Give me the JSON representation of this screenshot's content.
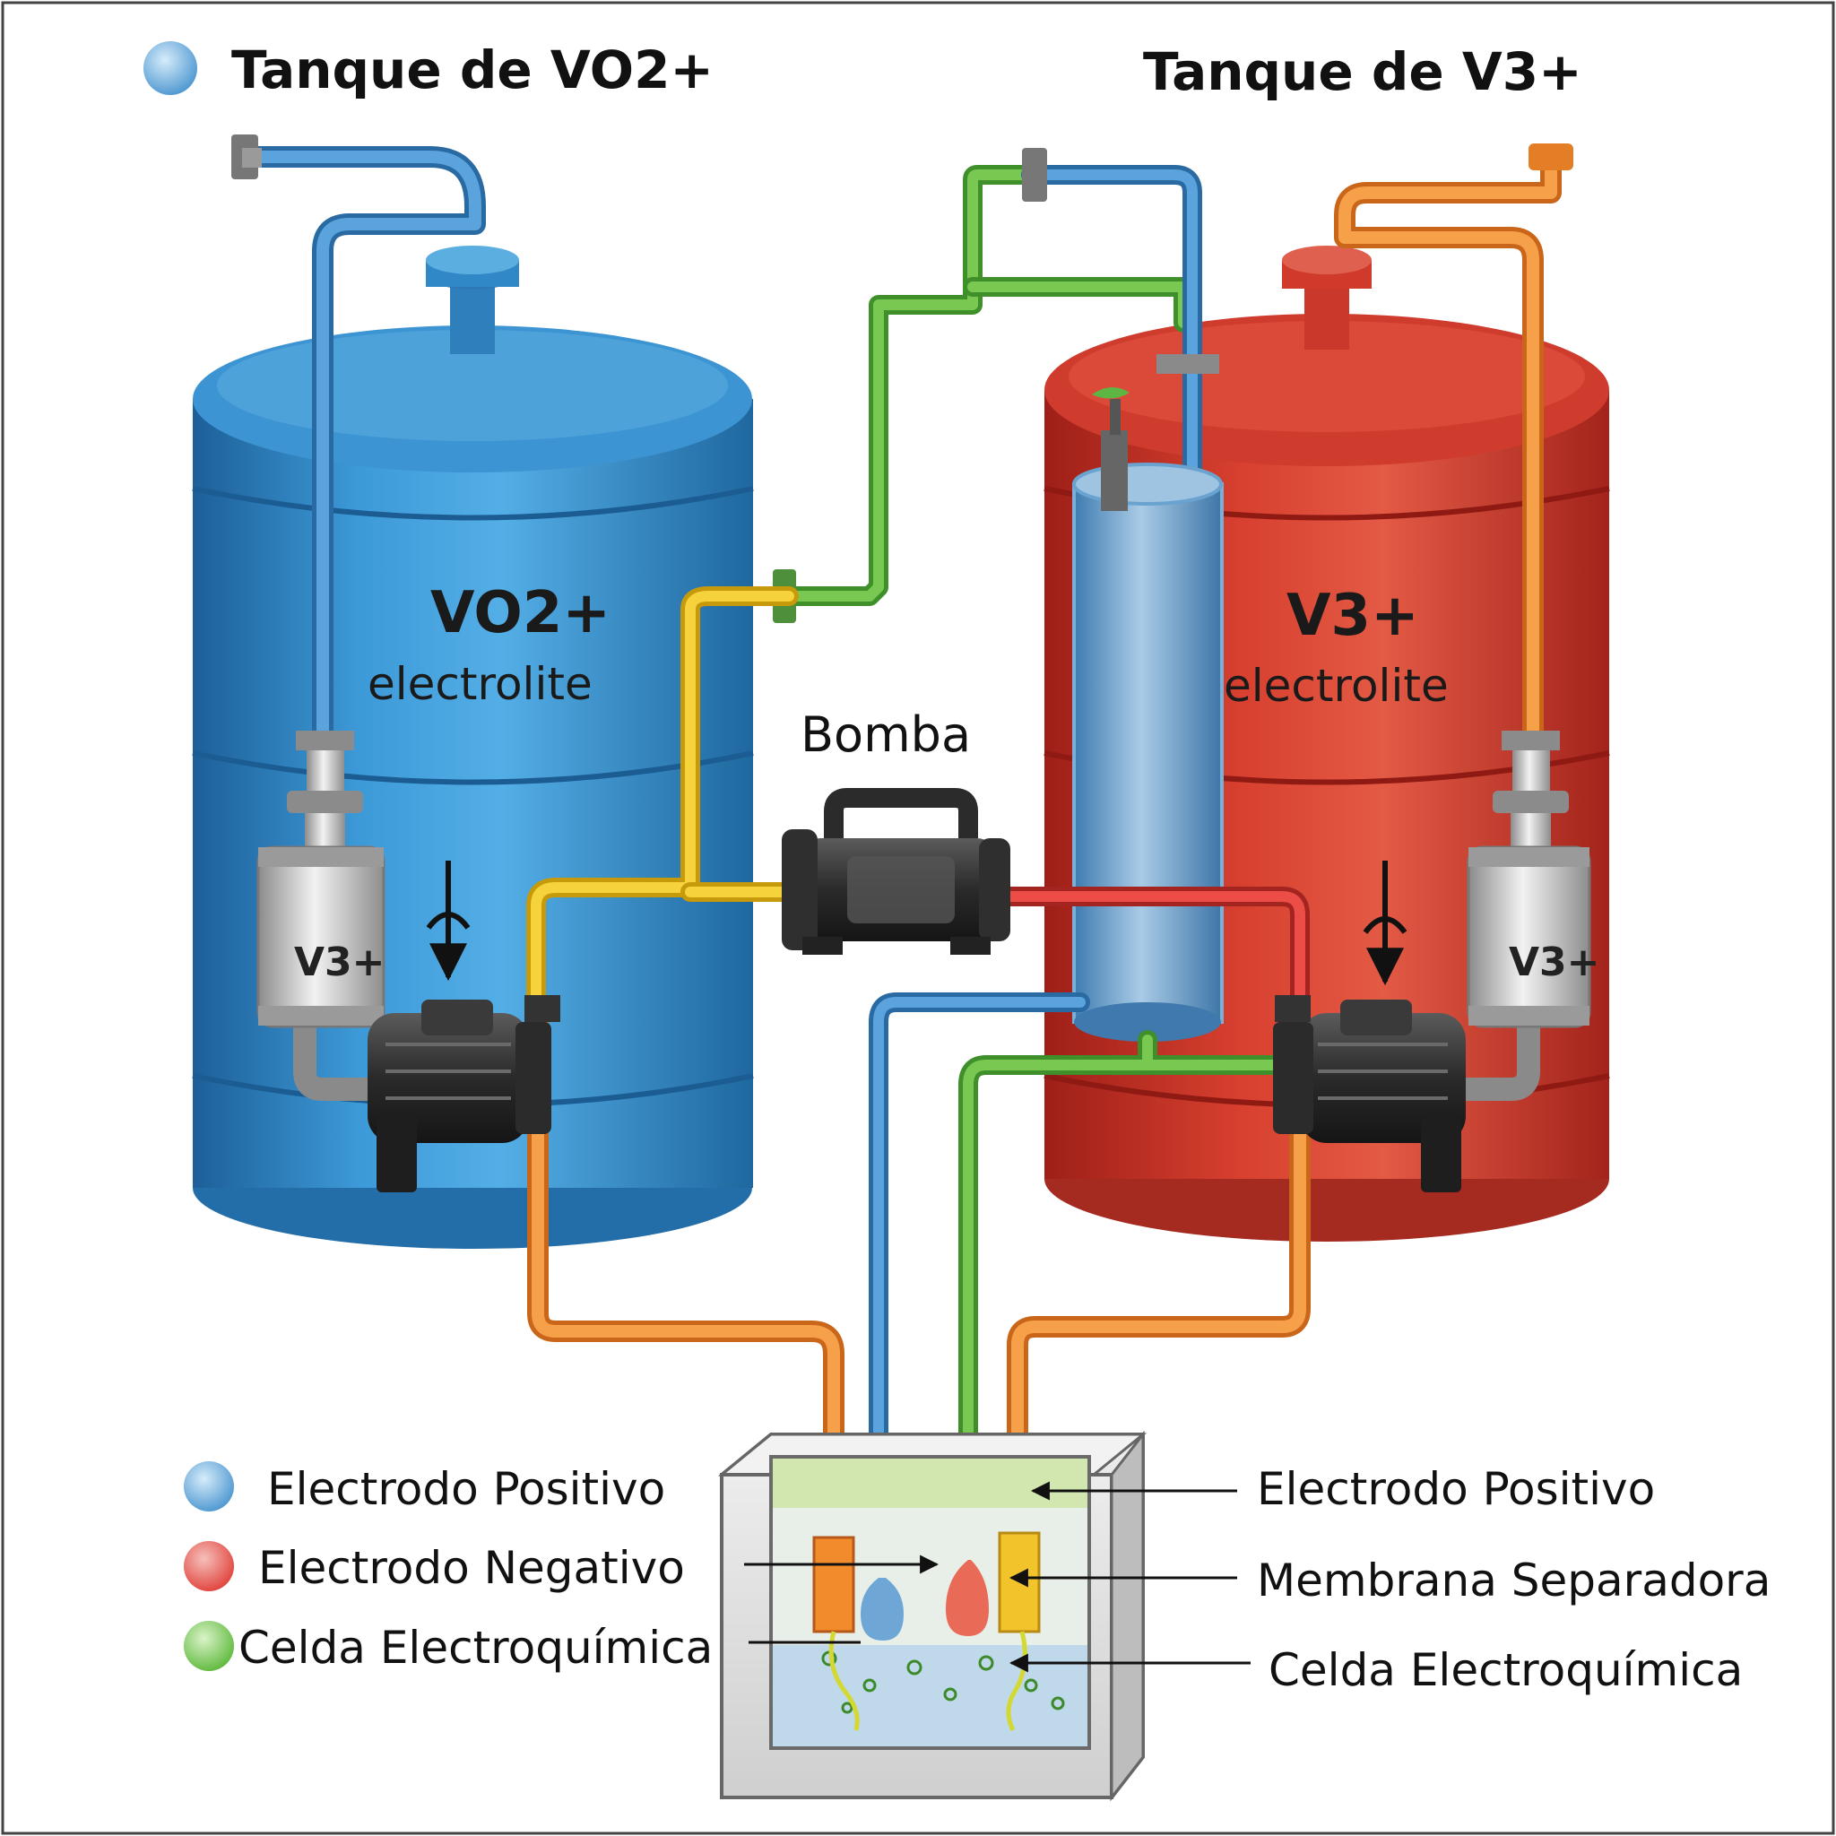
{
  "titles": {
    "left": "Tanque de VO2+",
    "right": "Tanque de V3+"
  },
  "tanks": {
    "left": {
      "label": "VO2+",
      "sublabel": "electrolite",
      "color": "#2f86c6"
    },
    "right": {
      "label": "V3+",
      "sublabel": "electrolite",
      "color": "#d33a2c"
    }
  },
  "filters": {
    "left": "V3+",
    "right": "V3+"
  },
  "pump": {
    "label": "Bomba"
  },
  "legend_left": [
    {
      "label": "Electrodo Positivo",
      "color": "#4a95d0"
    },
    {
      "label": "Electrodo Negativo",
      "color": "#e0403a"
    },
    {
      "label": "Celda Electroquímica",
      "color": "#5cb83a"
    }
  ],
  "legend_right": [
    "Electrodo Positivo",
    "Membrana Separadora",
    "Celda Electroquímica"
  ],
  "pipe_colors": {
    "blue": "#4a90c8",
    "green": "#6bbd45",
    "orange": "#f08a2a",
    "yellow": "#f2c318",
    "red": "#e03a36"
  }
}
